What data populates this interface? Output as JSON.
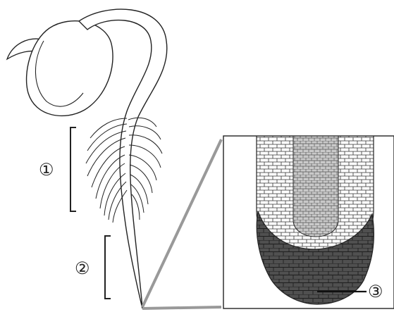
{
  "labels": {
    "zone_1": "①",
    "zone_2": "②",
    "part_3": "③"
  },
  "colors": {
    "stroke": "#222222",
    "cap_fill": "#505050",
    "vascular_fill": "#c9c9c9",
    "cortex_fill": "#ffffff",
    "connector": "#999999"
  }
}
